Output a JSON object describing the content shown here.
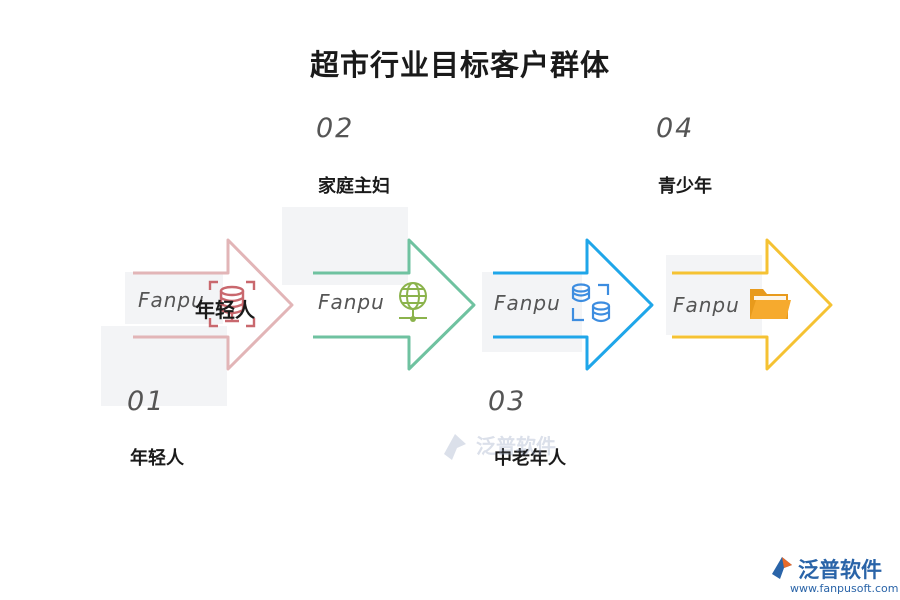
{
  "title": "超市行业目标客户群体",
  "watermark_text": "Fanpu",
  "steps": [
    {
      "number": "01",
      "label": "年轻人",
      "color": "#e2b5b7",
      "icon": "database-frame-icon"
    },
    {
      "number": "02",
      "label": "家庭主妇",
      "color": "#6fc2a0",
      "icon": "globe-network-icon"
    },
    {
      "number": "03",
      "label": "中老年人",
      "color": "#1fa6e9",
      "icon": "database-sync-icon"
    },
    {
      "number": "04",
      "label": "青少年",
      "color": "#f5c233",
      "icon": "folder-icon"
    }
  ],
  "overlay_label": "年轻人",
  "center_watermark": "泛普软件",
  "brand": {
    "name": "泛普软件",
    "url": "www.fanpusoft.com"
  }
}
